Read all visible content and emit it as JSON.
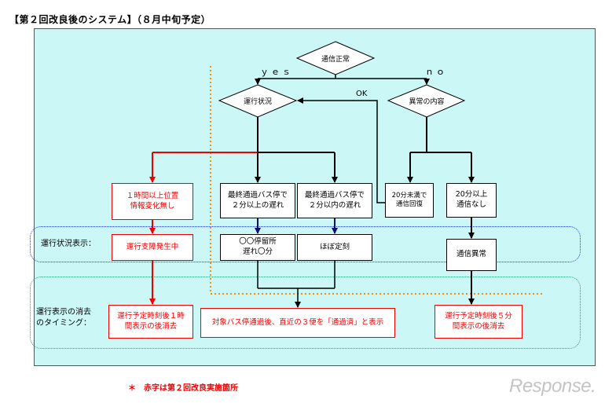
{
  "title": "【第２回改良後のシステム】（８月中旬予定）",
  "nodes": {
    "comm_normal": "通信正常",
    "operation_status": "運行状況",
    "anomaly_content": "異常の内容",
    "no_change_line1": "１時間以上位置",
    "no_change_line2": "情報変化無し",
    "late_over_line1": "最終通過バス停で",
    "late_over_line2": "２分以上の遅れ",
    "late_under_line1": "最終通過バス停で",
    "late_under_line2": "２分以内の遅れ",
    "recover_line1": "20分未満で",
    "recover_line2": "通信回復",
    "no_comm_line1": "20分以上",
    "no_comm_line2": "通信なし",
    "disruption": "運行支障発生中",
    "stop_late_line1": "〇〇停留所",
    "stop_late_line2": "遅れ〇分",
    "on_time": "ほぼ定刻",
    "comm_error": "通信異常",
    "erase_1h_line1": "運行予定時刻後１時",
    "erase_1h_line2": "間表示の後消去",
    "passed_display": "対象バス停通過後、直近の３便を「通過済」と表示",
    "erase_5m_line1": "運行予定時刻後５分",
    "erase_5m_line2": "間表示の後消去"
  },
  "labels": {
    "yes": "ｙｅｓ",
    "no": "ｎｏ",
    "ok": "OK",
    "status_display": "運行状況表示：",
    "timing_line1": "運行表示の消去",
    "timing_line2": "のタイミング："
  },
  "note": "＊　赤字は第２回改良実施箇所",
  "watermark": "Response.",
  "colors": {
    "panel": "#ccf7f7",
    "red": "#e00000",
    "orange": "#ff8c00",
    "navy": "#10106a",
    "blue_zone": "#1f3fc8",
    "green_zone": "#2e9b7a"
  }
}
